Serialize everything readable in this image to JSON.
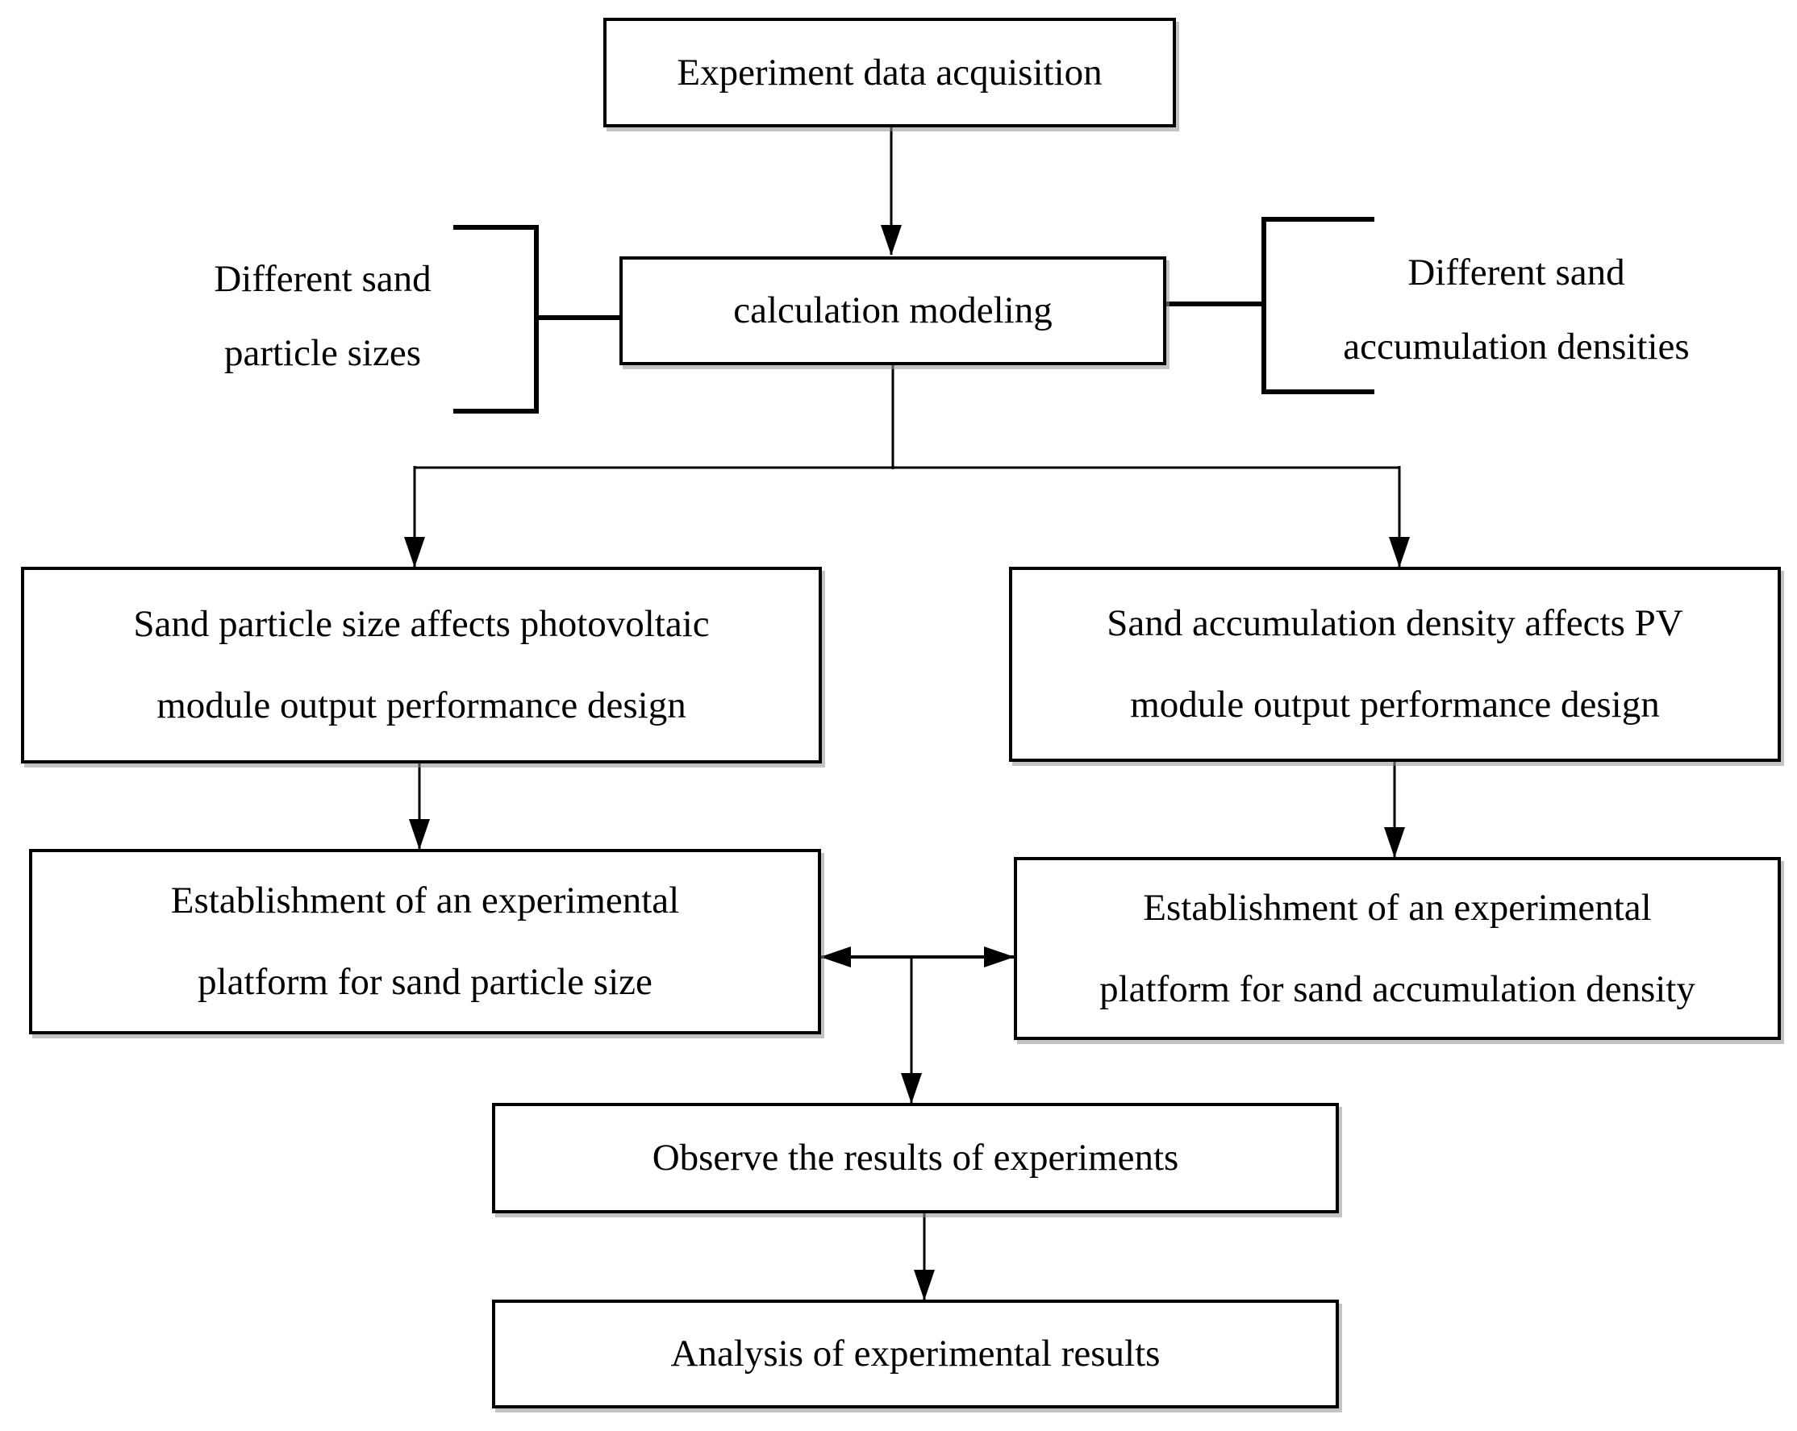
{
  "colors": {
    "background": "#ffffff",
    "line": "#000000",
    "box_border": "#000000",
    "text": "#000000",
    "box_shadow": "#919191"
  },
  "nodes": {
    "experiment": {
      "lines": [
        "Experiment data acquisition"
      ]
    },
    "calculation": {
      "lines": [
        "calculation modeling"
      ]
    },
    "left_branch": {
      "lines": [
        "Sand particle size affects photovoltaic",
        "module output performance design"
      ]
    },
    "right_branch": {
      "lines": [
        "Sand accumulation density affects PV",
        "module output performance design"
      ]
    },
    "left_platform": {
      "lines": [
        "Establishment of an experimental",
        "platform for sand particle size"
      ]
    },
    "right_platform": {
      "lines": [
        "Establishment of an experimental",
        "platform for sand accumulation density"
      ]
    },
    "observe": {
      "lines": [
        "Observe the results of experiments"
      ]
    },
    "analysis": {
      "lines": [
        "Analysis of experimental results"
      ]
    }
  },
  "side_labels": {
    "left": {
      "lines": [
        "Different sand",
        "particle sizes"
      ]
    },
    "right": {
      "lines": [
        "Different sand",
        "accumulation densities"
      ]
    }
  }
}
